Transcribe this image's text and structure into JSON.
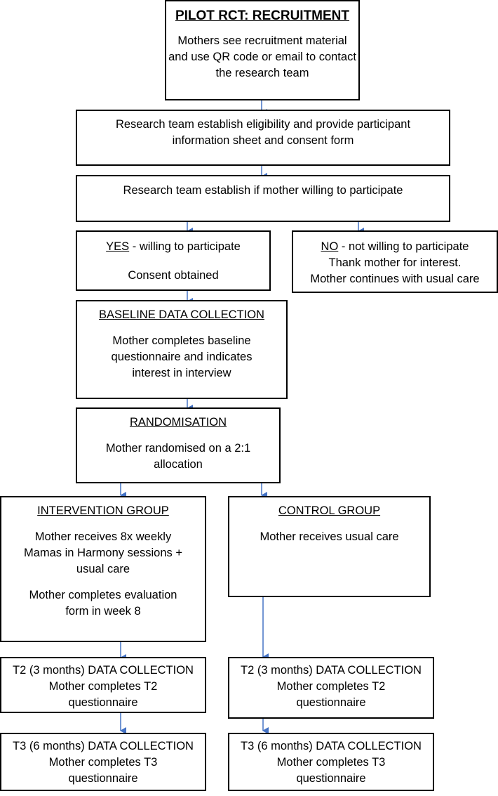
{
  "recruitment": {
    "title": "PILOT RCT: RECRUITMENT",
    "lines": [
      "Mothers see recruitment material",
      "and use QR code or email to contact",
      "the research team"
    ]
  },
  "eligibility": {
    "lines": [
      "Research team establish eligibility and provide participant",
      "information sheet and consent form"
    ]
  },
  "willing": {
    "lines": [
      "Research team establish if mother willing to participate"
    ]
  },
  "yes": {
    "keyword": "YES",
    "rest": " - willing to participate",
    "line2": "Consent obtained"
  },
  "no": {
    "keyword": "NO",
    "rest": " - not willing to participate",
    "lines": [
      "Thank mother for interest.",
      "Mother continues with usual care"
    ]
  },
  "baseline": {
    "title": "BASELINE DATA COLLECTION",
    "lines": [
      "Mother completes baseline",
      "questionnaire and indicates",
      "interest in interview"
    ]
  },
  "randomisation": {
    "title": "RANDOMISATION",
    "lines": [
      "Mother randomised on a 2:1",
      "allocation"
    ]
  },
  "intervention": {
    "title": "INTERVENTION GROUP",
    "lines1": [
      "Mother receives 8x weekly",
      "Mamas in Harmony sessions +",
      "usual care"
    ],
    "lines2": [
      "Mother completes evaluation",
      "form in week 8"
    ]
  },
  "control": {
    "title": "CONTROL GROUP",
    "lines": [
      "Mother receives usual care"
    ]
  },
  "t2_left": {
    "lines": [
      "T2 (3 months) DATA COLLECTION",
      "Mother completes T2",
      "questionnaire"
    ]
  },
  "t2_right": {
    "lines": [
      "T2 (3 months) DATA COLLECTION",
      "Mother completes T2",
      "questionnaire"
    ]
  },
  "t3_left": {
    "lines": [
      "T3 (6 months) DATA COLLECTION",
      "Mother completes T3",
      "questionnaire"
    ]
  },
  "t3_right": {
    "lines": [
      "T3 (6 months) DATA COLLECTION",
      "Mother completes T3",
      "questionnaire"
    ]
  },
  "colors": {
    "arrow": "#4472C4",
    "border": "#000000"
  }
}
